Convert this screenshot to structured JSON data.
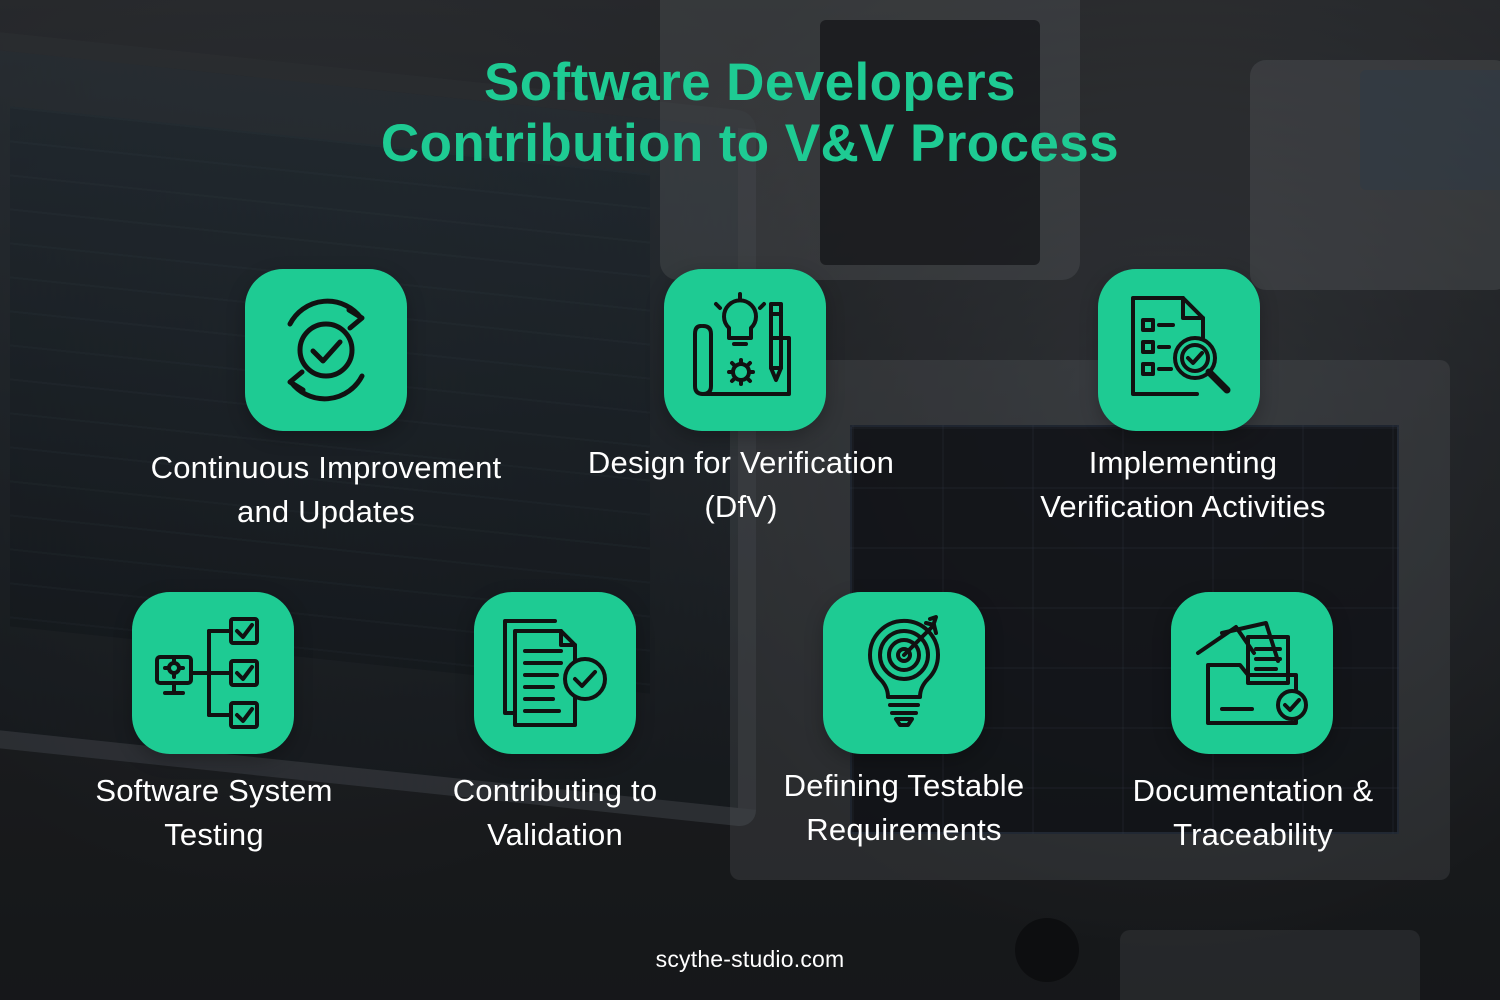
{
  "title": {
    "line1": "Software Developers",
    "line2": "Contribution to V&V Process"
  },
  "items": [
    {
      "line1": "Continuous Improvement",
      "line2": "and Updates",
      "icon": "refresh-check-icon"
    },
    {
      "line1": "Design for Verification",
      "line2": "(DfV)",
      "icon": "design-blueprint-icon"
    },
    {
      "line1": "Implementing",
      "line2": "Verification Activities",
      "icon": "document-search-icon"
    },
    {
      "line1": "Software System",
      "line2": "Testing",
      "icon": "system-test-icon"
    },
    {
      "line1": "Contributing to",
      "line2": "Validation",
      "icon": "documents-check-icon"
    },
    {
      "line1": "Defining Testable",
      "line2": "Requirements",
      "icon": "target-bulb-icon"
    },
    {
      "line1": "Documentation &",
      "line2": "Traceability",
      "icon": "folder-check-icon"
    }
  ],
  "footer": "scythe-studio.com",
  "colors": {
    "accent": "#1ecb93",
    "label": "#ffffff",
    "icon_stroke": "#111111"
  }
}
